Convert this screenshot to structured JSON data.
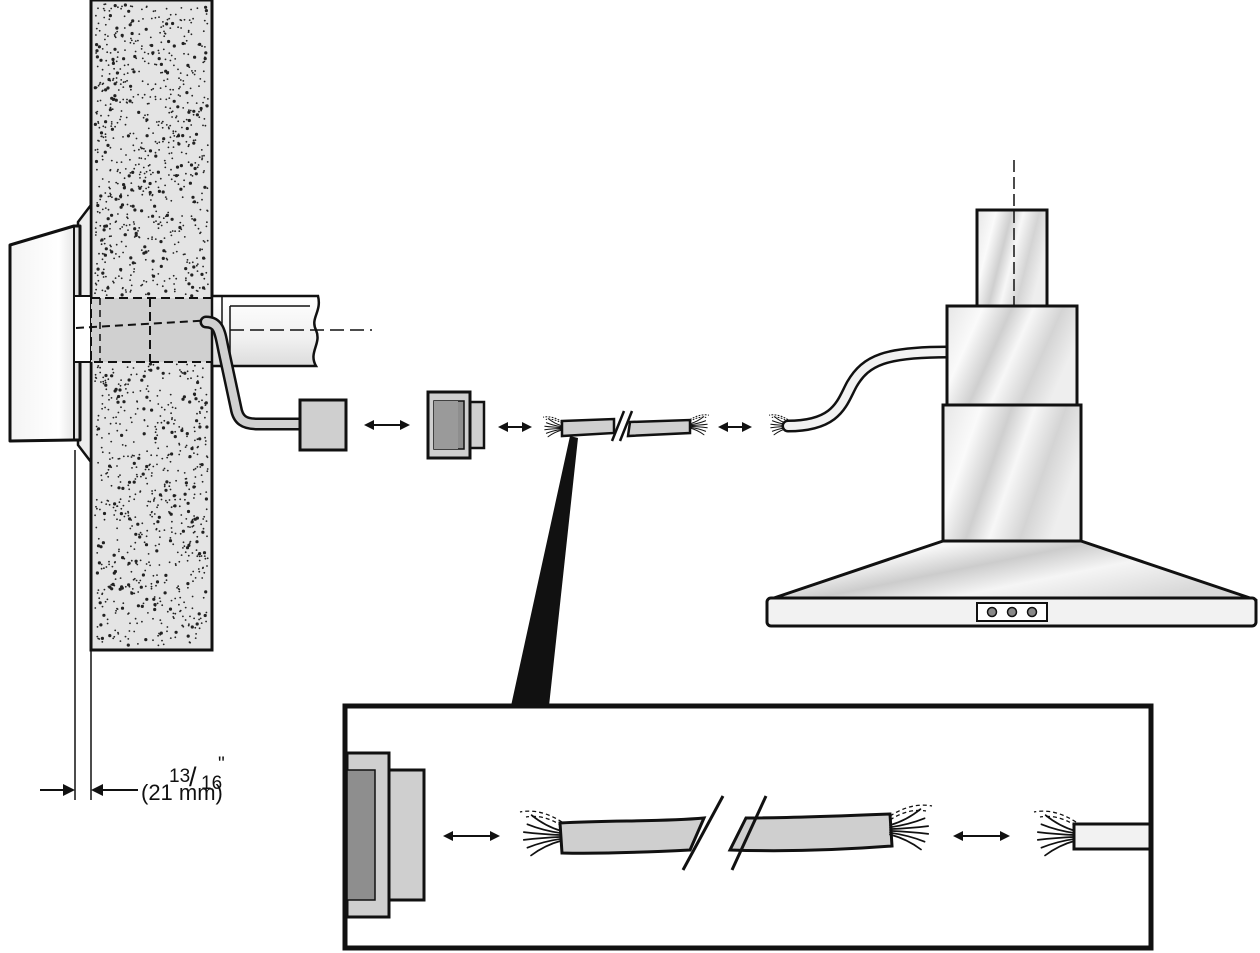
{
  "dimension": {
    "numerator": "13",
    "slash": "/",
    "denominator": "16",
    "inch_mark": "\"",
    "metric": "(21 mm)"
  },
  "colors": {
    "wall_fill": "#e4e4e4",
    "stipple": "#222222",
    "part_gray": "#cfcfcf",
    "part_dark": "#8e8e8e",
    "steel_light": "#f2f2f2",
    "steel_shade": "#c9c9c9",
    "outline": "#111111"
  }
}
